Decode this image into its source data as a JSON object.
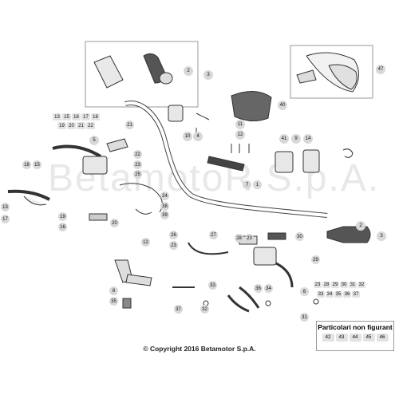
{
  "watermark": "BetamotoR S.p.A.",
  "copyright": "© Copyright 2016 Betamotor S.p.A.",
  "not_figured": {
    "title": "Particolari non figurant",
    "parts": [
      "42",
      "43",
      "44",
      "45",
      "46"
    ]
  },
  "callouts": {
    "c2a": "2",
    "c3a": "3",
    "c47": "47",
    "c40": "40",
    "c13": "13",
    "c15a": "15",
    "c16": "16",
    "c17": "17",
    "c18a": "18",
    "c19": "19",
    "c20a": "20",
    "c21a": "21",
    "c22a": "22",
    "c21b": "21",
    "c22b": "22",
    "c23a": "23",
    "c25": "25",
    "c10": "10",
    "c4": "4",
    "c11": "11",
    "c12a": "12",
    "c41": "41",
    "c9": "9",
    "c14": "14",
    "c5": "5",
    "c18b": "18",
    "c15b": "15",
    "c13b": "13",
    "c17b": "17",
    "c19b": "19",
    "c16b": "16",
    "c20b": "20",
    "c24": "24",
    "c38": "38",
    "c39": "39",
    "c7": "7",
    "c1": "1",
    "c2b": "2",
    "c3b": "3",
    "c26": "26",
    "c23b": "23",
    "c27": "27",
    "c28": "28",
    "c23c": "23",
    "c30": "30",
    "c12b": "12",
    "c8": "8",
    "c35": "35",
    "c29": "29",
    "c33": "33",
    "c37": "37",
    "c32": "32",
    "c36": "36",
    "c34": "34",
    "c6": "6",
    "c31": "31",
    "g23": "23",
    "g28": "28",
    "g29": "29",
    "g30": "30",
    "g31": "31",
    "g32": "32",
    "g33": "33",
    "g34": "34",
    "g35": "35",
    "g36": "36",
    "g37": "37"
  }
}
